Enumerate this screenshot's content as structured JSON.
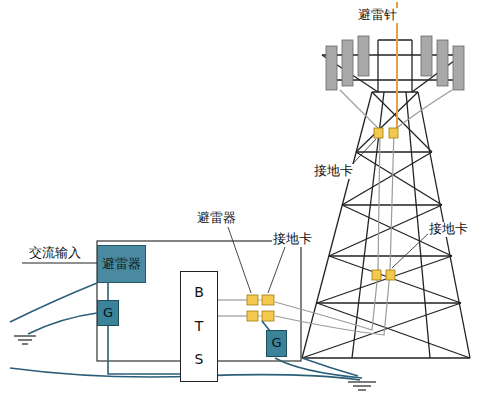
{
  "diagram": {
    "nodes": [
      {
        "text": [
          "避雷器"
        ]
      },
      {
        "text": [
          "G"
        ]
      },
      {
        "text": [
          "BTS"
        ]
      },
      {
        "text": [
          "G"
        ]
      }
    ],
    "edges": [
      {
        "from": 0,
        "to": 1,
        "arrow": "none"
      },
      {
        "from": 1,
        "to": 2,
        "arrow": "none"
      }
    ],
    "labels": [
      "避雷针",
      "接地卡",
      "接地卡",
      "避雷器",
      "接地卡",
      "交流输入"
    ]
  }
}
